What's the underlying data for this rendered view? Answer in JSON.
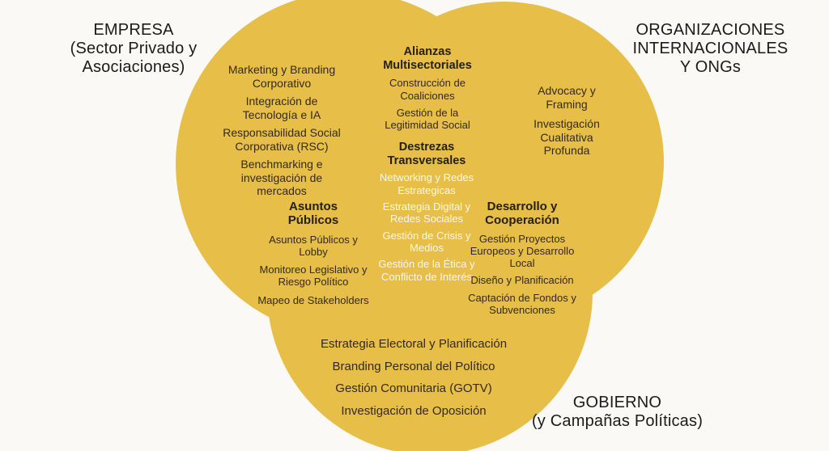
{
  "colors": {
    "background": "#FAF9F6",
    "circle_empresa": "#E3B440",
    "circle_orgs": "#EBC348",
    "circle_gobierno": "#EDC94F",
    "overlap_empresa_orgs": "#CDA431",
    "overlap_empresa_gobierno": "#CAA233",
    "overlap_orgs_gobierno": "#C8A130",
    "overlap_center": "#A28420",
    "text_dark": "#332A1D",
    "text_light": "#FBF7EB"
  },
  "venn": {
    "sets": {
      "empresa": {
        "label": "EMPRESA\n(Sector Privado y\nAsociaciones)",
        "items": [
          "Marketing y Branding Corporativo",
          "Integración de Tecnología e IA",
          "Responsabilidad Social Corporativa (RSC)",
          "Benchmarking e investigación de mercados"
        ]
      },
      "orgs": {
        "label": "ORGANIZACIONES\nINTERNACIONALES\nY ONGs",
        "items": [
          "Advocacy y Framing",
          "Investigación Cualitativa Profunda"
        ]
      },
      "gobierno": {
        "label": "GOBIERNO\n(y Campañas Políticas)",
        "items": [
          "Estrategia Electoral y Planificación",
          "Branding Personal del Político",
          "Gestión Comunitaria (GOTV)",
          "Investigación de Oposición"
        ]
      }
    },
    "intersections": {
      "empresa_orgs": {
        "header": "Alianzas Multisectoriales",
        "items": [
          "Construcción de Coaliciones",
          "Gestión de la Legitimidad Social"
        ]
      },
      "empresa_gobierno": {
        "header": "Asuntos Públicos",
        "items": [
          "Asuntos Públicos y Lobby",
          "Monitoreo Legislativo y Riesgo Político",
          "Mapeo de Stakeholders"
        ]
      },
      "orgs_gobierno": {
        "header": "Desarrollo y Cooperación",
        "items": [
          "Gestión Proyectos Europeos y Desarrollo Local",
          "Diseño y Planificación",
          "Captación de Fondos y Subvenciones"
        ]
      },
      "center": {
        "header": "Destrezas Transversales",
        "items": [
          "Networking y Redes Estrategicas",
          "Estrategia Digital y Redes Sociales",
          "Gestión de Crisis y Medios",
          "Gestión de la Ética y Conflicto de Interés"
        ]
      }
    }
  }
}
